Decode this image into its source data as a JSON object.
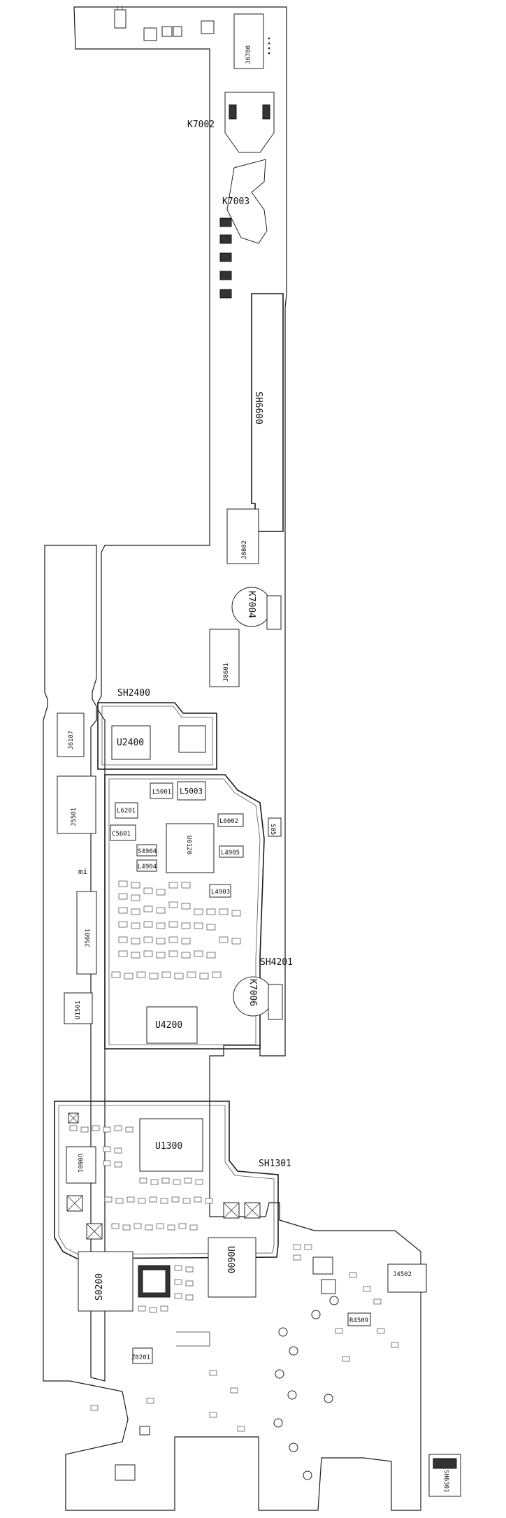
{
  "board_labels": {
    "k7002": "K7002",
    "k7003": "K7003",
    "k7004": "K7004",
    "k7006": "K7006",
    "sh6600": "SH6600",
    "j6700": "J6700",
    "j8802": "J8802",
    "j8601": "J8601",
    "sh2400": "SH2400",
    "u2400": "U2400",
    "j6107": "J6107",
    "j5501": "J5501",
    "j5601": "J5601",
    "u1501": "U1501",
    "l5001": "L5001",
    "l5003": "L5003",
    "l6201": "L6201",
    "c5601": "C5601",
    "u0120": "U0120",
    "l6002": "L6002",
    "l4905": "L4905",
    "l4903": "L4903",
    "s4904": "S4904",
    "l4904": "L4904",
    "sh4201": "SH4201",
    "u4200": "U4200",
    "u1300": "U1300",
    "sh1301": "SH1301",
    "u0601": "U0601",
    "s0200": "S0200",
    "u0600": "U0600",
    "z0201": "Z0201",
    "r4509": "R4509",
    "j4502": "J4502",
    "sh6301": "SH6301",
    "s05": "S05",
    "mi": "mi"
  },
  "colors": {
    "line": "#1a1a1a",
    "background": "#ffffff"
  }
}
